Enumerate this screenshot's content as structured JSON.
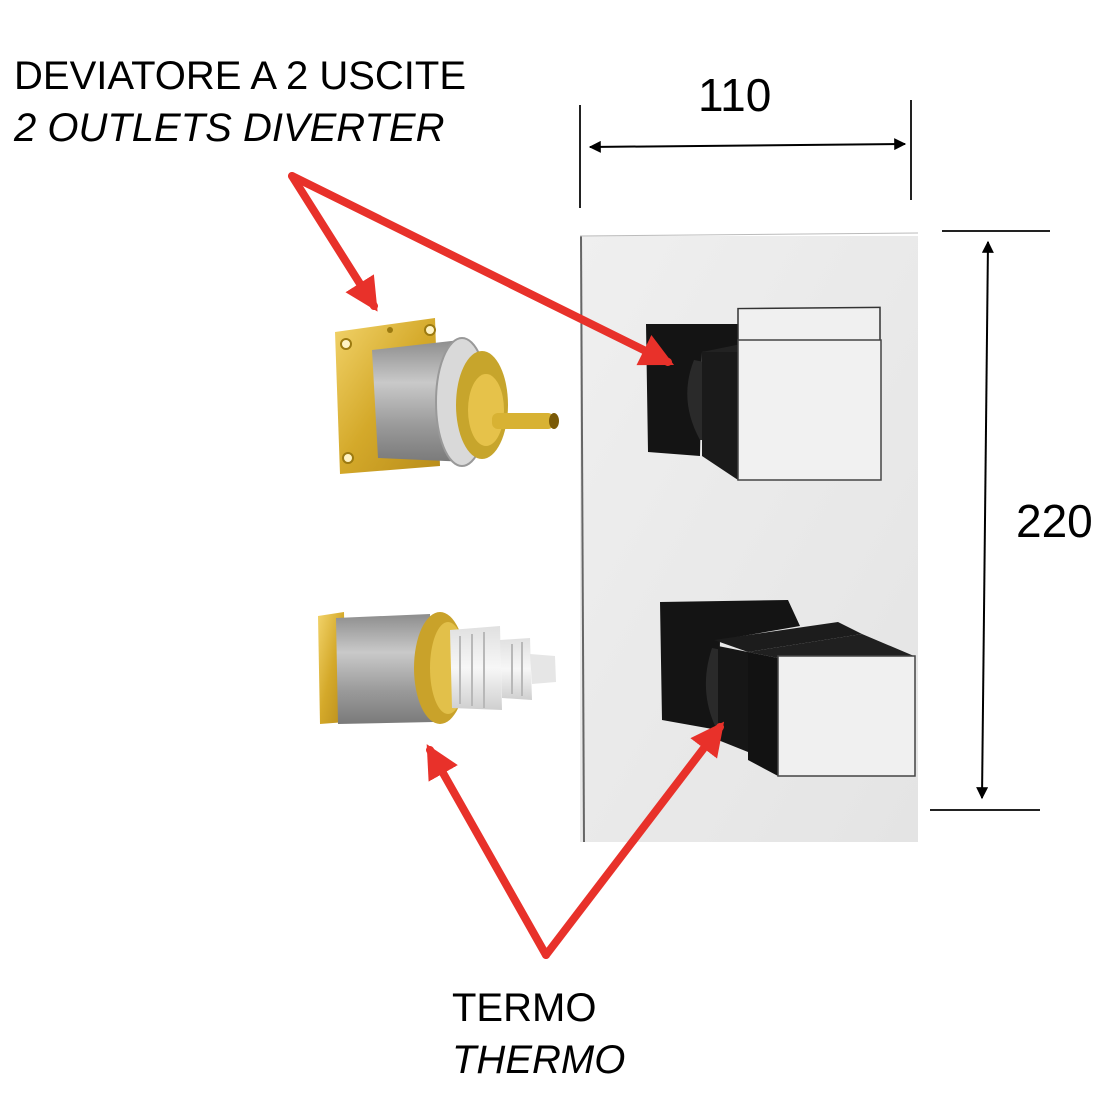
{
  "labels": {
    "diverter_it": "DEVIATORE A 2 USCITE",
    "diverter_en": "2 OUTLETS DIVERTER",
    "thermo_it": "TERMO",
    "thermo_en": "THERMO"
  },
  "dimensions": {
    "width": "110",
    "height": "220"
  },
  "components": [
    {
      "name": "diverter-cartridge",
      "description": "brass-flanged diverter cartridge with stem"
    },
    {
      "name": "thermostatic-cartridge",
      "description": "thermostatic cartridge with white plastic head"
    },
    {
      "name": "cover-plate",
      "description": "rectangular chrome cover plate with two square black/chrome knobs"
    }
  ],
  "colors": {
    "arrow": "#e8312a",
    "dimension_line": "#000000",
    "plate": "#ececec",
    "knob_dark": "#111111",
    "knob_face": "#f1f1f1",
    "brass": "#d8b233",
    "cartridge_body": "#a9a9a9"
  }
}
